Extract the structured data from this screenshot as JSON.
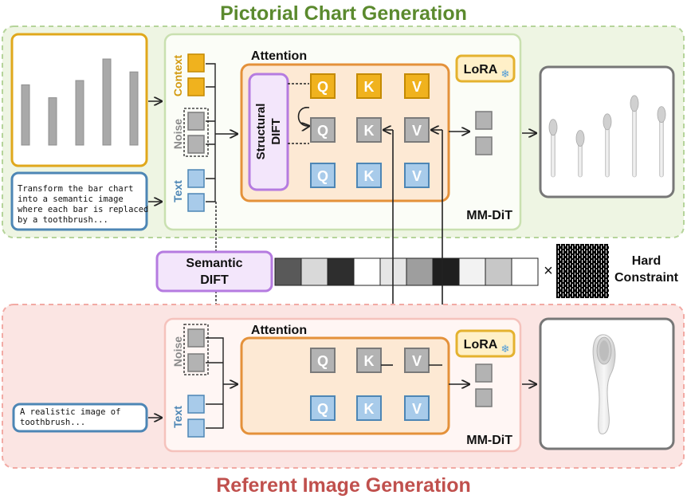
{
  "titles": {
    "top": "Pictorial Chart Generation",
    "bottom": "Referent Image Generation"
  },
  "labels": {
    "context": "Context",
    "noise": "Noise",
    "text": "Text",
    "attention": "Attention",
    "lora": "LoRA",
    "mmdit": "MM-DiT",
    "structural_dift_line1": "Structural",
    "structural_dift_line2": "DIFT",
    "semantic_dift_line1": "Semantic",
    "semantic_dift_line2": "DIFT",
    "times": "×",
    "hard_constraint_line1": "Hard",
    "hard_constraint_line2": "Constraint",
    "q": "Q",
    "k": "K",
    "v": "V"
  },
  "prompts": {
    "top": [
      "Transform the bar chart",
      "into a semantic image",
      "where each bar is replaced",
      "by a toothbrush..."
    ],
    "bottom": [
      "A realistic image of",
      "toothbrush..."
    ]
  },
  "input_chart": {
    "bar_heights": [
      0.7,
      0.55,
      0.75,
      1.0,
      0.85
    ]
  },
  "output_toothbrushes": {
    "relative_heights": [
      0.62,
      0.5,
      0.68,
      0.88,
      0.76
    ]
  },
  "semantic_vector": {
    "cell_gray_levels": [
      0.35,
      0.85,
      0.18,
      1.0,
      0.9,
      0.62,
      0.12,
      0.95,
      0.78,
      1.0
    ]
  },
  "colors": {
    "green_title": "#5b8a2e",
    "red_title": "#c0504d",
    "green_band_fill": "#eef5e3",
    "green_band_stroke": "#b5d49a",
    "red_band_fill": "#fbe5e3",
    "red_band_stroke": "#f2aaa4",
    "context_fill": "#f0b21e",
    "context_stroke": "#c48a00",
    "noise_fill": "#b3b3b3",
    "noise_stroke": "#7a7a7a",
    "text_fill": "#a8cbea",
    "text_stroke": "#4d86b5",
    "attention_fill": "#fde9d4",
    "attention_stroke": "#e4913a",
    "dift_fill": "#f3e6fb",
    "dift_stroke": "#b57be0",
    "lora_fill": "#fff0c8",
    "lora_stroke": "#e4b22f",
    "box_gray_stroke": "#777777",
    "mmdit_fill": "#fbfdf7",
    "mmdit_stroke": "#c9e0b0",
    "mmdit_bottom_fill": "#fff6f4",
    "mmdit_bottom_stroke": "#f5c2bc"
  },
  "icons": {
    "snowflake": "❄",
    "loop_arrow": "self-attention-loop"
  }
}
